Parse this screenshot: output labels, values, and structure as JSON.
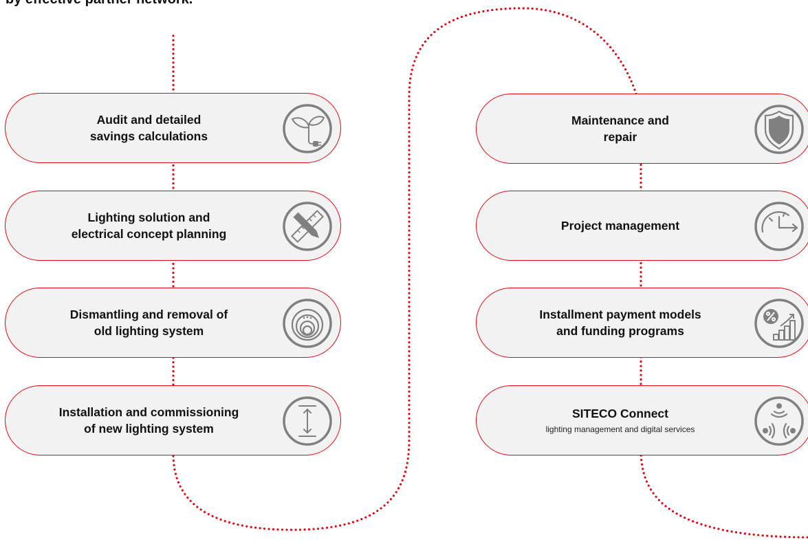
{
  "page": {
    "heading": "by effective partner network.",
    "accent_color": "#e30613",
    "card_background": "#f2f2f2",
    "icon_color": "#808080"
  },
  "left_steps": [
    {
      "title": "Audit and detailed\nsavings calculations",
      "icon": "eco-plant-plug-icon"
    },
    {
      "title": "Lighting solution and\nelectrical concept planning",
      "icon": "pencil-ruler-icon"
    },
    {
      "title": "Dismantling and removal of\nold lighting system",
      "icon": "downlight-icon"
    },
    {
      "title": "Installation and commissioning\nof new lighting system",
      "icon": "height-measure-icon"
    }
  ],
  "right_steps": [
    {
      "title": "Maintenance and\nrepair",
      "icon": "shield-icon"
    },
    {
      "title": "Project management",
      "icon": "speedometer-icon"
    },
    {
      "title": "Installment payment models\nand funding programs",
      "icon": "percent-growth-chart-icon"
    },
    {
      "title": "SITECO Connect",
      "subtitle": "lighting management and digital services",
      "icon": "wireless-connect-icon"
    }
  ]
}
